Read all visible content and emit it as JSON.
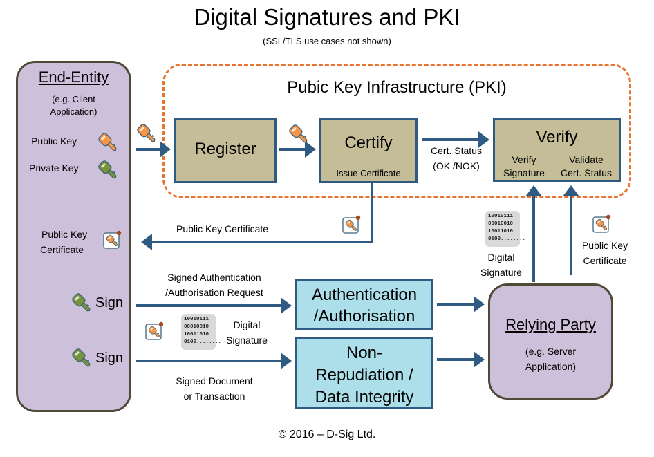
{
  "header": {
    "title": "Digital Signatures and PKI",
    "subtitle": "(SSL/TLS use cases not shown)"
  },
  "end_entity": {
    "title": "End-Entity",
    "subtitle_line1": "(e.g. Client",
    "subtitle_line2": "Application)",
    "public_key_label": "Public Key",
    "private_key_label": "Private Key",
    "certificate_line1": "Public Key",
    "certificate_line2": "Certificate",
    "sign_label_1": "Sign",
    "sign_label_2": "Sign"
  },
  "pki": {
    "frame_title": "Pubic Key Infrastructure (PKI)",
    "register": {
      "title": "Register"
    },
    "certify": {
      "title": "Certify",
      "sub": "Issue Certificate"
    },
    "verify": {
      "title": "Verify",
      "sub_left_line1": "Verify",
      "sub_left_line2": "Signature",
      "sub_right_line1": "Validate",
      "sub_right_line2": "Cert. Status"
    },
    "cert_status_line1": "Cert. Status",
    "cert_status_line2": "(OK /NOK)"
  },
  "flows": {
    "public_key_certificate": "Public Key Certificate",
    "signed_auth_line1": "Signed  Authentication",
    "signed_auth_line2": "/Authorisation Request",
    "digital_signature_line1": "Digital",
    "digital_signature_line2": "Signature",
    "signed_doc_line1": "Signed  Document",
    "signed_doc_line2": "or Transaction",
    "rp_digital_signature_line1": "Digital",
    "rp_digital_signature_line2": "Signature",
    "rp_certificate_line1": "Public Key",
    "rp_certificate_line2": "Certificate",
    "binary_lines": [
      "10010111",
      "00010010",
      "10011010",
      "0100........"
    ]
  },
  "use_cases": {
    "auth_line1": "Authentication",
    "auth_line2": "/Authorisation",
    "nonrep_line1": "Non-",
    "nonrep_line2": "Repudiation /",
    "nonrep_line3": "Data Integrity"
  },
  "relying_party": {
    "title": "Relying Party",
    "subtitle_line1": "(e.g. Server",
    "subtitle_line2": "Application)"
  },
  "footer": {
    "copyright": "© 2016 – D-Sig Ltd."
  },
  "colors": {
    "arrow": "#2f5b82",
    "pki_frame": "#e9742f",
    "entity_fill": "#ccc0da",
    "pki_box_fill": "#c4bd97",
    "use_case_fill": "#addfea",
    "public_key": "#f79646",
    "private_key": "#77933c"
  }
}
